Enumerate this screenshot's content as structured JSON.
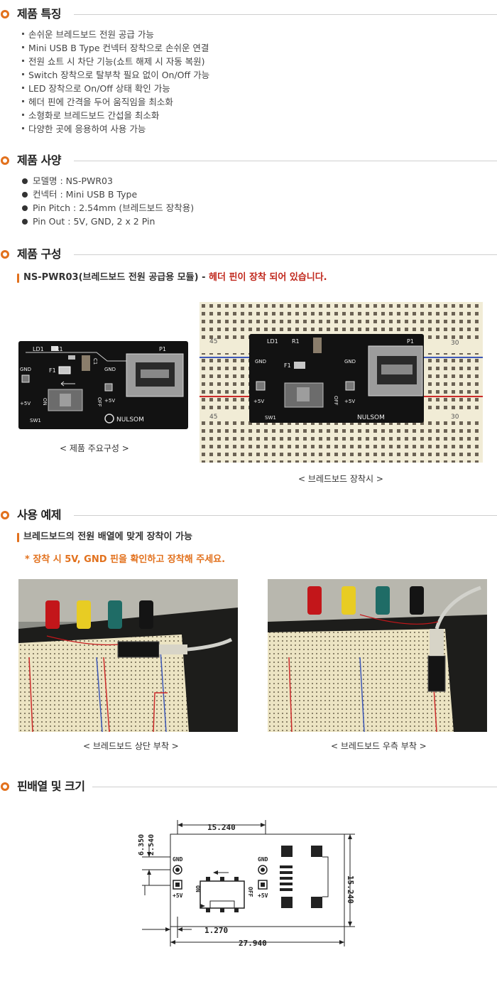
{
  "sections": {
    "features": {
      "title": "제품 특징",
      "items": [
        "손쉬운 브레드보드 전원 공급 가능",
        "Mini USB B Type 컨넥터 장착으로 손쉬운 연결",
        "전원 쇼트 시 차단 기능(쇼트 해제 시 자동 복원)",
        "Switch 장착으로 탈부착 필요 없이 On/Off 가능",
        "LED 장착으로 On/Off 상태 확인 가능",
        "헤더 핀에 간격을 두어 움직임을 최소화",
        "소형화로 브레드보드 간섭을 최소화",
        "다양한 곳에 응용하여 사용 가능"
      ]
    },
    "specs": {
      "title": "제품 사양",
      "items": [
        "모델명 : NS-PWR03",
        "컨넥터 : Mini USB B Type",
        "Pin Pitch : 2.54mm (브레드보드 장착용)",
        "Pin Out : 5V, GND, 2 x 2 Pin"
      ]
    },
    "composition": {
      "title": "제품 구성",
      "subtitle_main": "NS-PWR03(브레드보드 전원 공급용 모듈) - ",
      "subtitle_highlight": "헤더 핀이 장착 되어 있습니다.",
      "caption_left": "< 제품 주요구성 >",
      "caption_right": "< 브레드보드 장착시 >"
    },
    "usage": {
      "title": "사용 예제",
      "subtitle": "브레드보드의 전원 배열에 맞게 장착이 가능",
      "note": "* 장착 시 5V, GND 핀을 확인하고 장착해 주세요.",
      "caption_left": "< 브레드보드 상단 부착 >",
      "caption_right": "< 브레드보드 우측 부착 >"
    },
    "pinout": {
      "title": "핀배열 및 크기"
    }
  },
  "board": {
    "labels": {
      "ld1": "LD1",
      "r1": "R1",
      "c1": "C1",
      "f1": "F1",
      "p1": "P1",
      "gnd": "GND",
      "plus5v": "+5V",
      "on": "ON",
      "off": "OFF",
      "sw1": "SW1",
      "brand": "NULSOM"
    },
    "breadboard_numbers": {
      "left": "45",
      "right": "30"
    }
  },
  "dimensions": {
    "top": "15.240",
    "left_a": "6.350",
    "left_b": "2.540",
    "right": "15.240",
    "bottom_small": "1.270",
    "bottom": "27.940",
    "gnd": "GND",
    "plus5v": "+5V",
    "on": "ON",
    "off": "OFF"
  },
  "colors": {
    "accent": "#e2711d",
    "highlight_red": "#c0271c",
    "pcb": "#121212",
    "breadboard": "#f1ecd6"
  }
}
